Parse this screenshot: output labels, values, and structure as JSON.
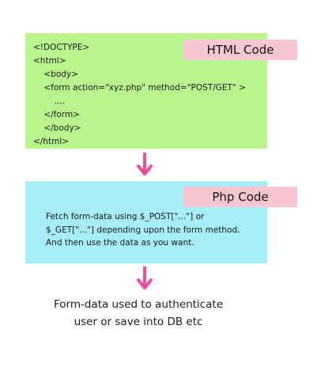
{
  "html_box": {
    "tag": "HTML Code",
    "code_lines": [
      "<!DOCTYPE>",
      "<html>",
      "    <body>",
      "    <form action=\"xyz.php\" method=\"POST/GET\" >",
      "        ....",
      "    </form>",
      "    </body>",
      "</html>"
    ],
    "background": "#b9f58d"
  },
  "php_box": {
    "tag": "Php Code",
    "lines": [
      "Fetch form-data using $_POST[\"...\"] or",
      "$_GET[\"...\"] depending upon the form method.",
      "And then use the data as you want."
    ],
    "background": "#a6edf8"
  },
  "result": {
    "lines": [
      "Form-data used to authenticate",
      "user or save into DB etc"
    ]
  },
  "colors": {
    "tag_background": "#f8c6d2",
    "arrow": "#ec4f9c"
  }
}
